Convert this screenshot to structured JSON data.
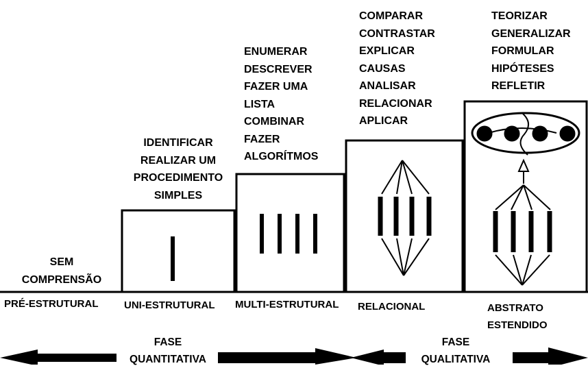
{
  "levels": [
    {
      "label": "PRÉ-ESTRUTURAL",
      "description": [
        "SEM",
        "COMPRENSÃO"
      ]
    },
    {
      "label": "UNI-ESTRUTURAL",
      "verbs": [
        "IDENTIFICAR",
        "REALIZAR UM",
        "PROCEDIMENTO",
        "SIMPLES"
      ]
    },
    {
      "label": "MULTI-ESTRUTURAL",
      "verbs": [
        "ENUMERAR",
        "DESCREVER",
        "FAZER UMA",
        "LISTA",
        "COMBINAR",
        "FAZER",
        "ALGORÍTMOS"
      ]
    },
    {
      "label": "RELACIONAL",
      "verbs": [
        "COMPARAR",
        "CONTRASTAR",
        "EXPLICAR",
        "CAUSAS",
        "ANALISAR",
        "RELACIONAR",
        "APLICAR"
      ]
    },
    {
      "label": [
        "ABSTRATO",
        "ESTENDIDO"
      ],
      "verbs": [
        "TEORIZAR",
        "GENERALIZAR",
        "FORMULAR",
        "HIPÓTESES",
        "REFLETIR"
      ]
    }
  ],
  "phases": [
    {
      "label": [
        "FASE",
        "QUANTITATIVA"
      ]
    },
    {
      "label": [
        "FASE",
        "QUALITATIVA"
      ]
    }
  ],
  "colors": {
    "ink": "#000000",
    "background": "#ffffff"
  }
}
